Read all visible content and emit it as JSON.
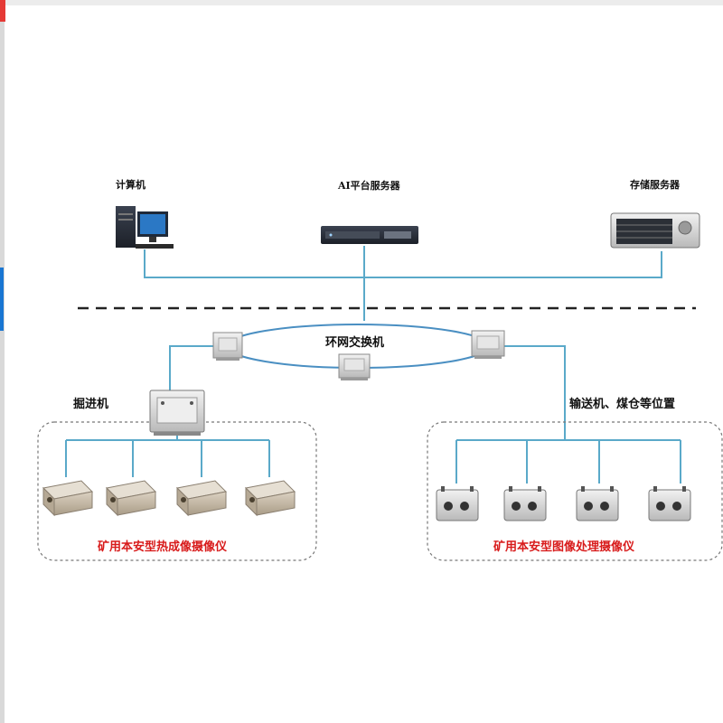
{
  "diagram": {
    "nodes": {
      "computer": {
        "label": "计算机",
        "icon": "desktop-computer-icon"
      },
      "ai_server": {
        "label": "AI平台服务器",
        "icon": "rack-server-icon"
      },
      "storage_server": {
        "label": "存储服务器",
        "icon": "storage-server-icon"
      },
      "ring_switch": {
        "label": "环网交换机",
        "icon": "network-switch-icon"
      },
      "tunneling": {
        "label": "掘进机",
        "icon": "junction-box-icon"
      },
      "conveyor": {
        "label": "输送机、煤仓等位置"
      }
    },
    "groups": {
      "left": {
        "caption": "矿用本安型热成像摄像仪",
        "icon": "thermal-camera-icon"
      },
      "right": {
        "caption": "矿用本安型图像处理摄像仪",
        "icon": "image-camera-icon"
      }
    },
    "colors": {
      "link": "#5aa9c9",
      "ring": "#4a8fc2",
      "caption": "#d81b1b",
      "divider": "#222222"
    }
  }
}
